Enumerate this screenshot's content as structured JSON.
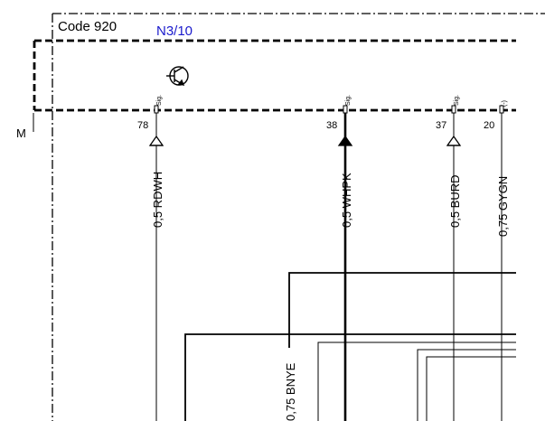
{
  "header": {
    "code_label": "Code 920",
    "component_label": "N3/10",
    "component_color": "#1a1acc",
    "ground_label": "M"
  },
  "component_icon": "transistor-icon",
  "pins": [
    {
      "number": "78",
      "signal": "Sig.",
      "wire": "0,5 RDWH",
      "connector": "outline-triangle"
    },
    {
      "number": "38",
      "signal": "Sig.",
      "wire": "0,5 WHPK",
      "connector": "filled-triangle"
    },
    {
      "number": "37",
      "signal": "Sig.",
      "wire": "0,5 BURD",
      "connector": "outline-triangle"
    },
    {
      "number": "20",
      "signal": "(-)",
      "wire": "0,75 GYGN",
      "connector": "none"
    }
  ],
  "lower_wire_label": "0,75 BNYE",
  "colors": {
    "wire": "#000000",
    "component_label": "#1a1acc",
    "background": "#ffffff"
  }
}
